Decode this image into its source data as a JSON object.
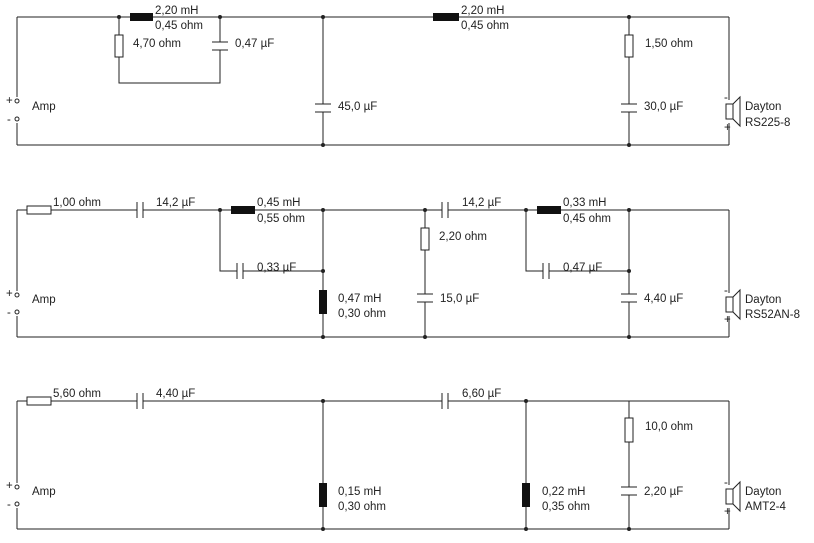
{
  "sections": [
    {
      "amp": {
        "label": "Amp",
        "plus": "+",
        "minus": "-"
      },
      "speaker": {
        "name": "Dayton",
        "model": "RS225-8",
        "plus": "+",
        "minus": "-"
      },
      "components": [
        {
          "id": "L1",
          "type": "inductor",
          "lines": [
            "2,20 mH",
            "0,45 ohm"
          ]
        },
        {
          "id": "R1",
          "type": "resistor",
          "lines": [
            "4,70 ohm"
          ]
        },
        {
          "id": "C1",
          "type": "capacitor",
          "lines": [
            "0,47 µF"
          ]
        },
        {
          "id": "C2",
          "type": "capacitor",
          "lines": [
            "45,0 µF"
          ]
        },
        {
          "id": "L2",
          "type": "inductor",
          "lines": [
            "2,20 mH",
            "0,45 ohm"
          ]
        },
        {
          "id": "R2",
          "type": "resistor",
          "lines": [
            "1,50 ohm"
          ]
        },
        {
          "id": "C3",
          "type": "capacitor",
          "lines": [
            "30,0 µF"
          ]
        }
      ]
    },
    {
      "amp": {
        "label": "Amp",
        "plus": "+",
        "minus": "-"
      },
      "speaker": {
        "name": "Dayton",
        "model": "RS52AN-8",
        "plus": "+",
        "minus": "-"
      },
      "components": [
        {
          "id": "R1",
          "type": "resistor",
          "lines": [
            "1,00 ohm"
          ]
        },
        {
          "id": "C1",
          "type": "capacitor",
          "lines": [
            "14,2 µF"
          ]
        },
        {
          "id": "L1",
          "type": "inductor",
          "lines": [
            "0,45 mH",
            "0,55 ohm"
          ]
        },
        {
          "id": "C2",
          "type": "capacitor",
          "lines": [
            "0,33 µF"
          ]
        },
        {
          "id": "L2",
          "type": "inductor",
          "lines": [
            "0,47 mH",
            "0,30 ohm"
          ]
        },
        {
          "id": "C3",
          "type": "capacitor",
          "lines": [
            "14,2 µF"
          ]
        },
        {
          "id": "R2",
          "type": "resistor",
          "lines": [
            "2,20 ohm"
          ]
        },
        {
          "id": "C4",
          "type": "capacitor",
          "lines": [
            "15,0 µF"
          ]
        },
        {
          "id": "L3",
          "type": "inductor",
          "lines": [
            "0,33 mH",
            "0,45 ohm"
          ]
        },
        {
          "id": "C5",
          "type": "capacitor",
          "lines": [
            "0,47 µF"
          ]
        },
        {
          "id": "C6",
          "type": "capacitor",
          "lines": [
            "4,40 µF"
          ]
        }
      ]
    },
    {
      "amp": {
        "label": "Amp",
        "plus": "+",
        "minus": "-"
      },
      "speaker": {
        "name": "Dayton",
        "model": "AMT2-4",
        "plus": "+",
        "minus": "-"
      },
      "components": [
        {
          "id": "R1",
          "type": "resistor",
          "lines": [
            "5,60 ohm"
          ]
        },
        {
          "id": "C1",
          "type": "capacitor",
          "lines": [
            "4,40 µF"
          ]
        },
        {
          "id": "L1",
          "type": "inductor",
          "lines": [
            "0,15 mH",
            "0,30 ohm"
          ]
        },
        {
          "id": "C2",
          "type": "capacitor",
          "lines": [
            "6,60 µF"
          ]
        },
        {
          "id": "L2",
          "type": "inductor",
          "lines": [
            "0,22 mH",
            "0,35 ohm"
          ]
        },
        {
          "id": "R2",
          "type": "resistor",
          "lines": [
            "10,0 ohm"
          ]
        },
        {
          "id": "C3",
          "type": "capacitor",
          "lines": [
            "2,20 µF"
          ]
        }
      ]
    }
  ]
}
